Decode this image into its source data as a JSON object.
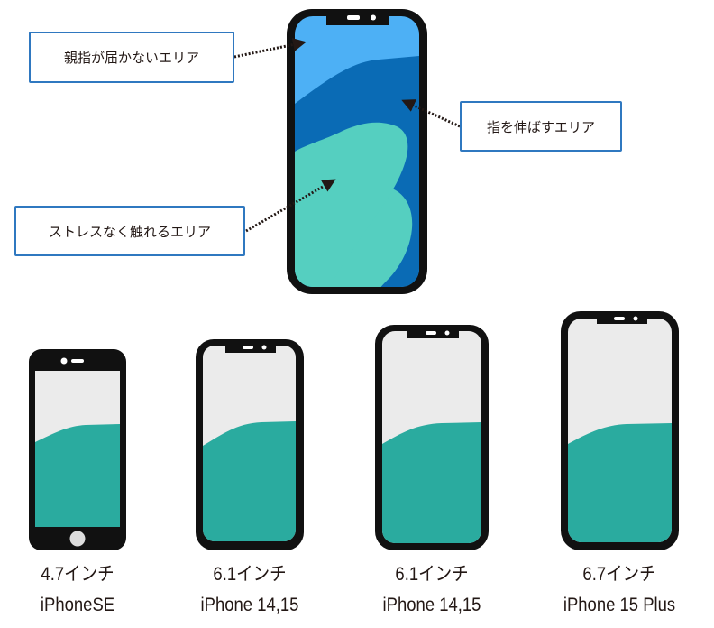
{
  "callouts": {
    "unreachable": "親指が届かないエリア",
    "stretch": "指を伸ばすエリア",
    "comfortable": "ストレスなく触れるエリア"
  },
  "phones": [
    {
      "size": "4.7インチ",
      "model": "iPhoneSE"
    },
    {
      "size": "6.1インチ",
      "model": "iPhone 14,15"
    },
    {
      "size": "6.1インチ",
      "model": "iPhone 14,15"
    },
    {
      "size": "6.7インチ",
      "model": "iPhone 15 Plus"
    }
  ],
  "colors": {
    "unreachable": "#4db0f5",
    "stretch": "#0a6bb5",
    "comfortable": "#55cfc0",
    "small_screen_top": "#ebebeb",
    "small_screen_bottom": "#2aab9f",
    "callout_border": "#2f78c0"
  }
}
